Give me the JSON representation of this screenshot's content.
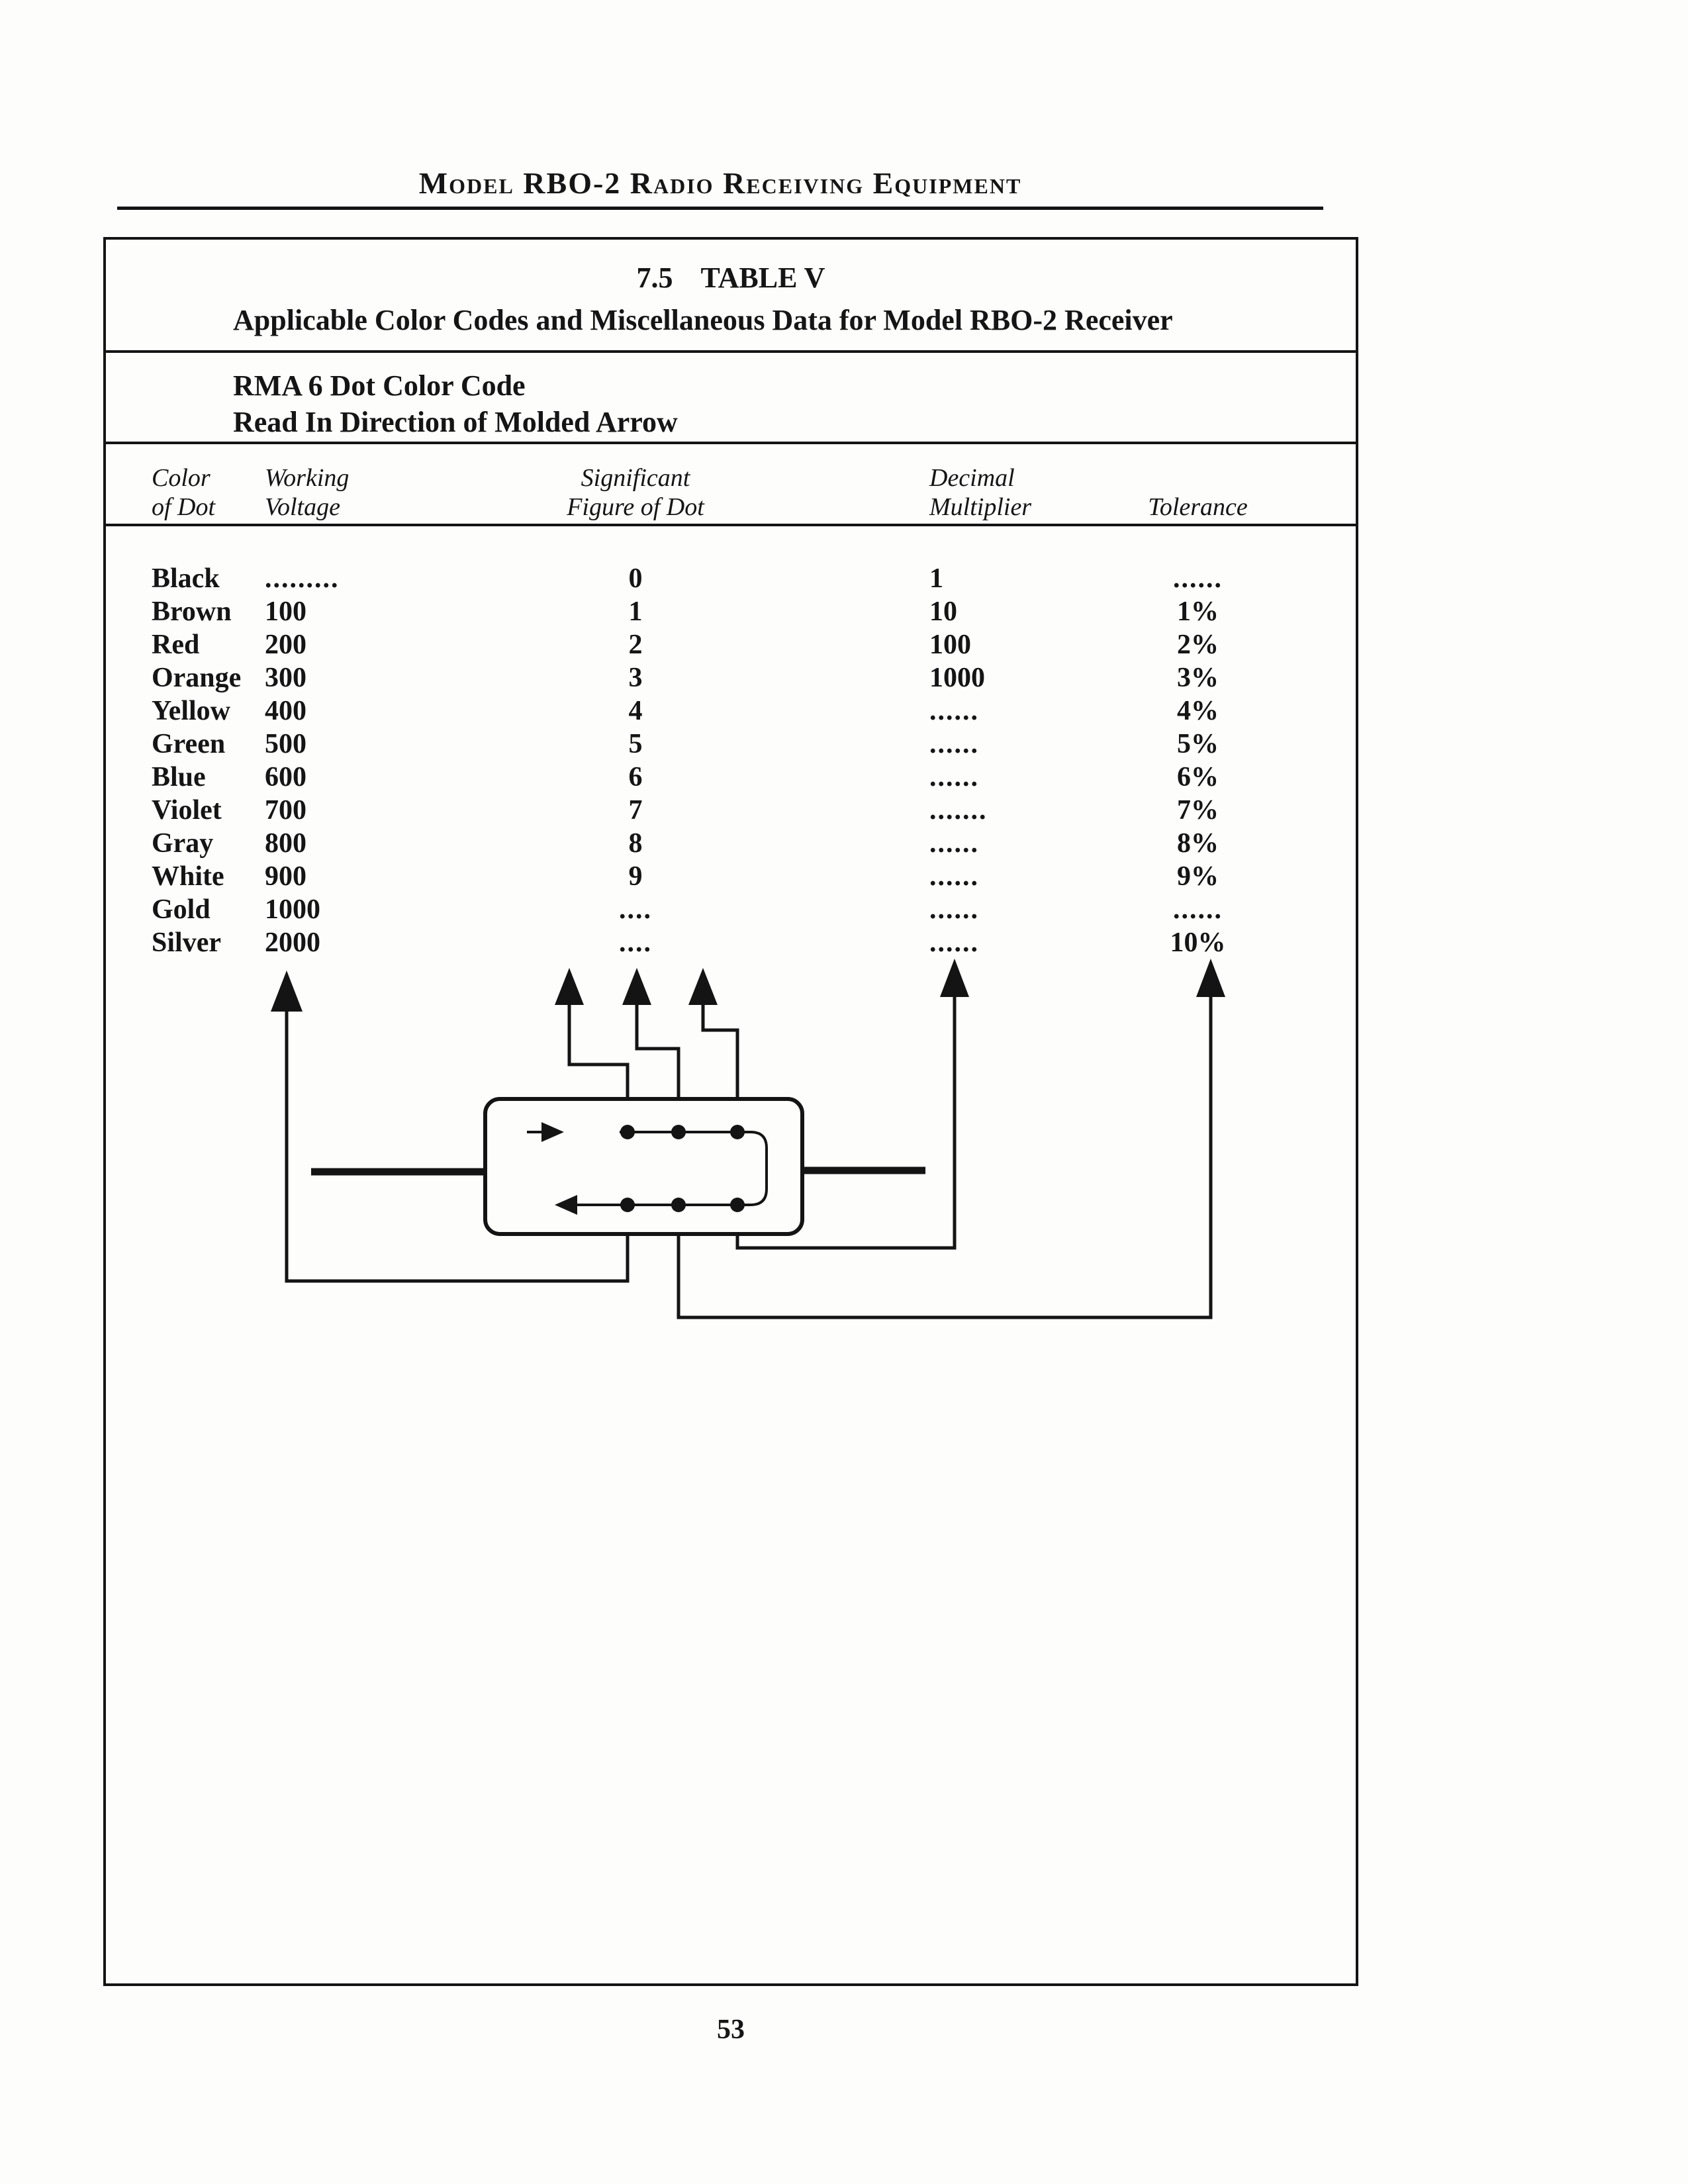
{
  "page": {
    "header": "Model RBO-2 Radio Receiving Equipment",
    "page_number": "53"
  },
  "table_box": {
    "section_number": "7.5",
    "title": "TABLE V",
    "subtitle": "Applicable Color Codes and Miscellaneous Data for Model RBO-2 Receiver",
    "code_title": "RMA 6 Dot Color Code",
    "code_subtitle": "Read In Direction of Molded Arrow",
    "columns": {
      "color": [
        "Color",
        "of Dot"
      ],
      "voltage": [
        "Working",
        "Voltage"
      ],
      "sigfig": [
        "Significant",
        "Figure of Dot"
      ],
      "multiplier": [
        "Decimal",
        "Multiplier"
      ],
      "tolerance": "Tolerance"
    },
    "rows": [
      {
        "color": "Black",
        "voltage": ".........",
        "sigfig": "0",
        "multiplier": "1",
        "tolerance": "......"
      },
      {
        "color": "Brown",
        "voltage": "100",
        "sigfig": "1",
        "multiplier": "10",
        "tolerance": "1%"
      },
      {
        "color": "Red",
        "voltage": "200",
        "sigfig": "2",
        "multiplier": "100",
        "tolerance": "2%"
      },
      {
        "color": "Orange",
        "voltage": "300",
        "sigfig": "3",
        "multiplier": "1000",
        "tolerance": "3%"
      },
      {
        "color": "Yellow",
        "voltage": "400",
        "sigfig": "4",
        "multiplier": "......",
        "tolerance": "4%"
      },
      {
        "color": "Green",
        "voltage": "500",
        "sigfig": "5",
        "multiplier": "......",
        "tolerance": "5%"
      },
      {
        "color": "Blue",
        "voltage": "600",
        "sigfig": "6",
        "multiplier": "......",
        "tolerance": "6%"
      },
      {
        "color": "Violet",
        "voltage": "700",
        "sigfig": "7",
        "multiplier": ".......",
        "tolerance": "7%"
      },
      {
        "color": "Gray",
        "voltage": "800",
        "sigfig": "8",
        "multiplier": "......",
        "tolerance": "8%"
      },
      {
        "color": "White",
        "voltage": "900",
        "sigfig": "9",
        "multiplier": "......",
        "tolerance": "9%"
      },
      {
        "color": "Gold",
        "voltage": "1000",
        "sigfig": "....",
        "multiplier": "......",
        "tolerance": "......"
      },
      {
        "color": "Silver",
        "voltage": "2000",
        "sigfig": "....",
        "multiplier": "......",
        "tolerance": "10%"
      }
    ]
  },
  "diagram": {
    "description": "RMA 6 dot color code reading diagram"
  },
  "ink": "#141414"
}
